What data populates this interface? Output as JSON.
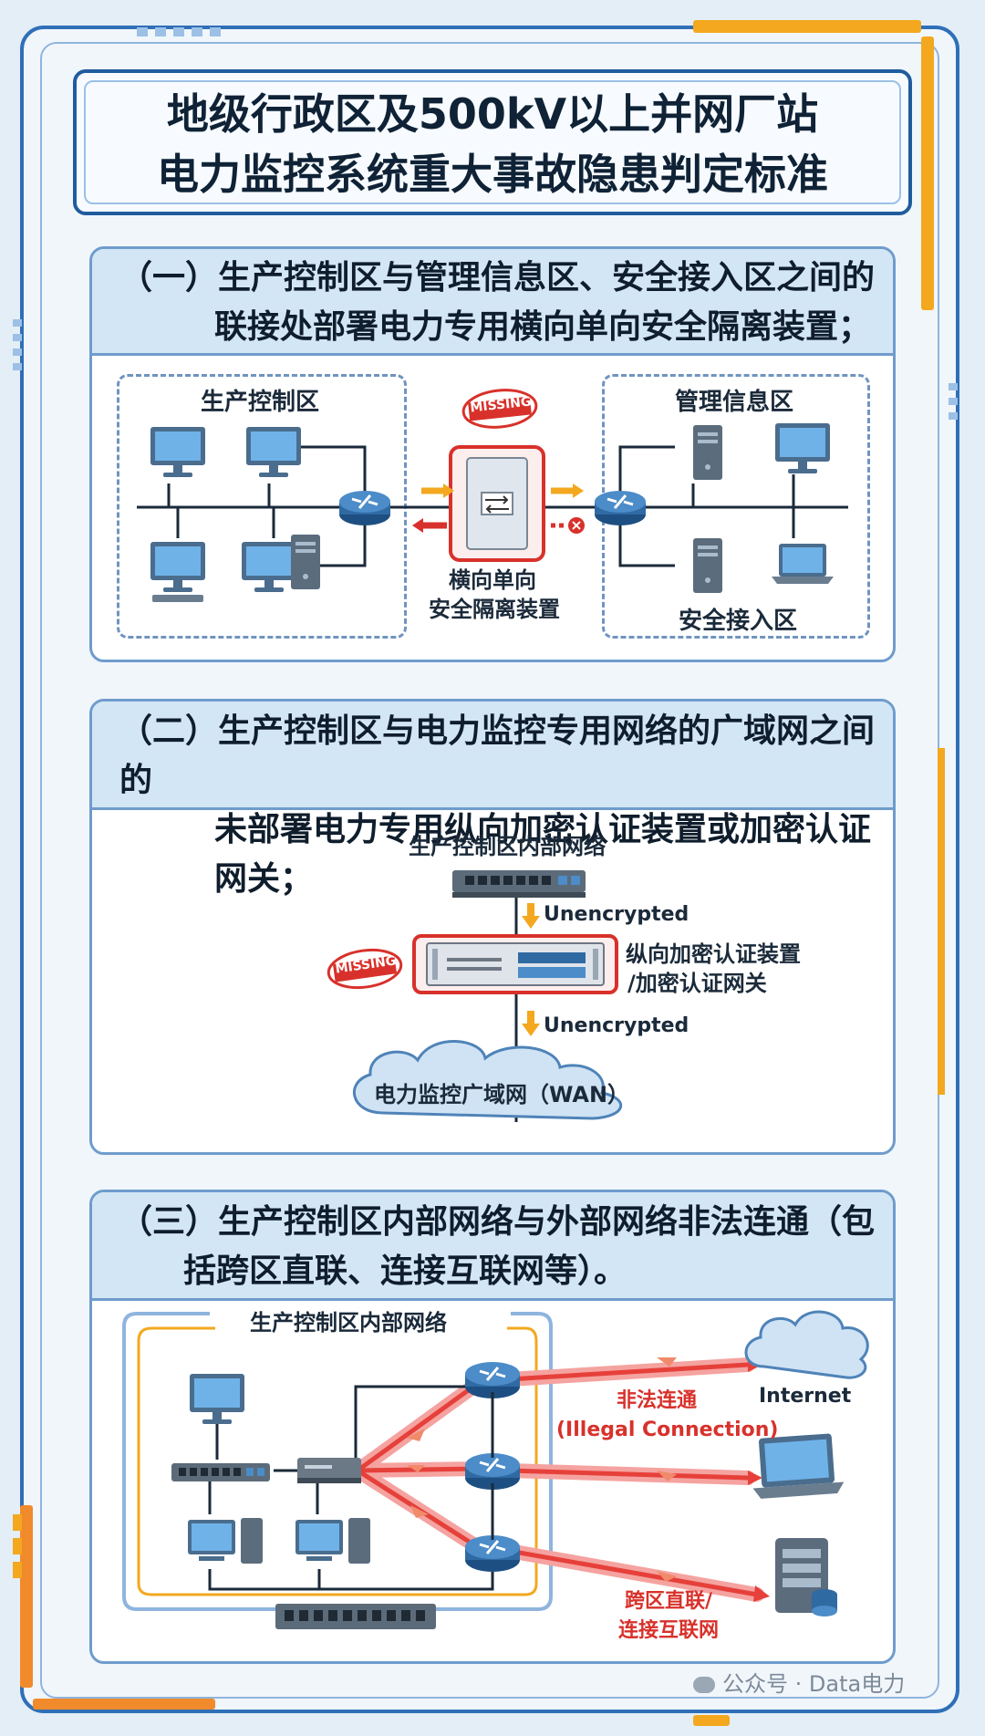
{
  "title": {
    "line1": "地级行政区及500kV以上并网厂站",
    "line2": "电力监控系统重大事故隐患判定标准"
  },
  "section1": {
    "heading_line1": "（一）生产控制区与管理信息区、安全接入区之间的",
    "heading_line2": "联接处部署电力专用横向单向安全隔离装置；",
    "left_zone": "生产控制区",
    "right_zone_top": "管理信息区",
    "right_zone_bottom": "安全接入区",
    "missing_stamp": "MISSING",
    "device_label_line1": "横向单向",
    "device_label_line2": "安全隔离装置"
  },
  "section2": {
    "heading_line1": "（二）生产控制区与电力监控专用网络的广域网之间的",
    "heading_line2": "未部署电力专用纵向加密认证装置或加密认证网关；",
    "top_label": "生产控制区内部网络",
    "arrow_label_1": "Unencrypted",
    "arrow_label_2": "Unencrypted",
    "missing_stamp": "MISSING",
    "device_label_line1": "纵向加密认证装置",
    "device_label_line2": "/加密认证网关",
    "wan_label": "电力监控广域网（WAN）"
  },
  "section3": {
    "heading_line1": "（三）生产控制区内部网络与外部网络非法连通（包",
    "heading_line2": "括跨区直联、连接互联网等）。",
    "zone_label": "生产控制区内部网络",
    "illegal_line1": "非法连通",
    "illegal_line2": "(Illegal Connection)",
    "internet_label": "Internet",
    "cross_line1": "跨区直联/",
    "cross_line2": "连接互联网"
  },
  "watermark": "公众号 · Data电力",
  "colors": {
    "frame_blue": "#2f6fb8",
    "accent_orange": "#f3a81f",
    "missing_red": "#d8312b",
    "router_blue": "#2f6aa3",
    "header_fill": "#d3e6f5"
  }
}
